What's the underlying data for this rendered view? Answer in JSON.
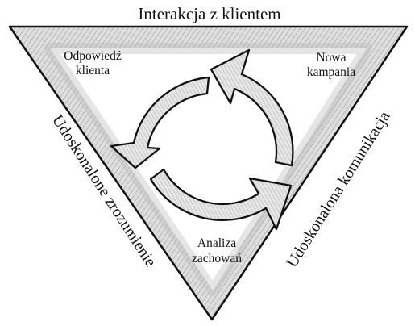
{
  "diagram": {
    "top_label": "Interakcja z klientem",
    "left_side_label": "Udoskonalone zrozumienie",
    "right_side_label": "Udoskonalona komunikacja",
    "corners": {
      "left": [
        "Odpowiedź",
        "klienta"
      ],
      "right": [
        "Nowa",
        "kampania"
      ],
      "bottom": [
        "Analiza",
        "zachowań"
      ]
    },
    "cycle_arrows": 3,
    "colors": {
      "ink": "#111111",
      "triangle_fill": "#dcdcdc",
      "arrow_fill": "#e2e2e2",
      "background": "#ffffff"
    }
  }
}
